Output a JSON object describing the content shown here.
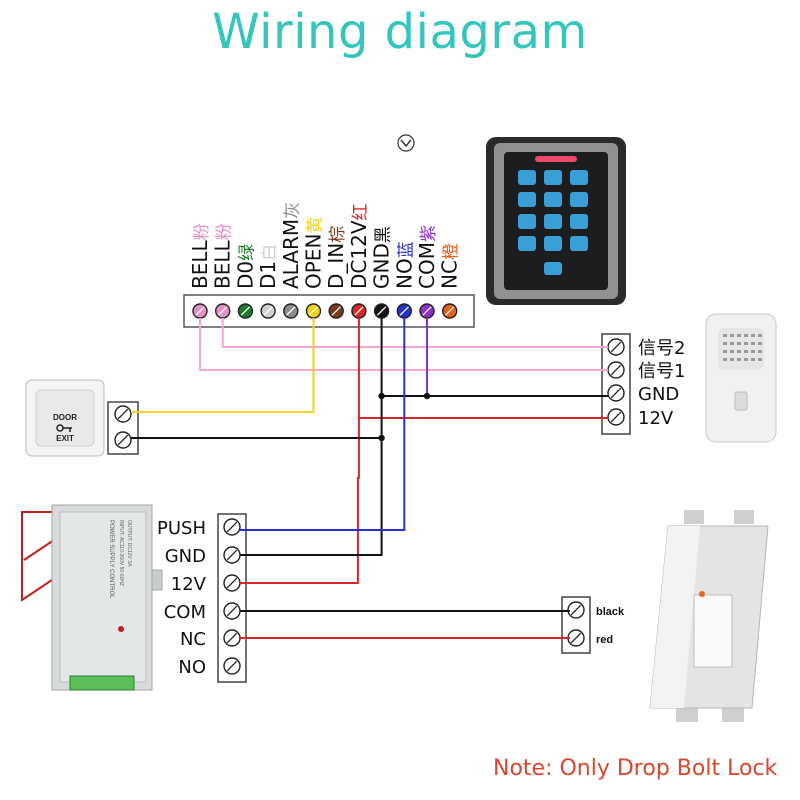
{
  "title": "Wiring diagram",
  "note": "Note: Only Drop Bolt Lock",
  "terminal_labels": [
    {
      "en": "BELL",
      "cn": "粉",
      "color": "#e58fc8"
    },
    {
      "en": "BELL",
      "cn": "粉",
      "color": "#e58fc8"
    },
    {
      "en": "D0",
      "cn": "绿",
      "color": "#1e7a2c"
    },
    {
      "en": "D1",
      "cn": "白",
      "color": "#cfcfcf"
    },
    {
      "en": "ALARM",
      "cn": "灰",
      "color": "#8c8c8c"
    },
    {
      "en": "OPEN",
      "cn": "黄",
      "color": "#f2d21b"
    },
    {
      "en": "D_IN",
      "cn": "棕",
      "color": "#7a3b1c"
    },
    {
      "en": "DC12V",
      "cn": "红",
      "color": "#d8262a"
    },
    {
      "en": "GND",
      "cn": "黑",
      "color": "#111111"
    },
    {
      "en": "NO",
      "cn": "蓝",
      "color": "#2432c8"
    },
    {
      "en": "COM",
      "cn": "紫",
      "color": "#8c2fc8"
    },
    {
      "en": "NC",
      "cn": "橙",
      "color": "#e3621f"
    }
  ],
  "bell": {
    "labels": [
      "信号2",
      "信号1",
      "GND",
      "12V"
    ]
  },
  "power_supply": {
    "labels": [
      "PUSH",
      "GND",
      "12V",
      "COM",
      "NC",
      "NO"
    ],
    "case_text": [
      "POWER SUPPLY CONTROL",
      "INPUT: AC110-260V 50-60HZ",
      "OUTPUT: DC12V 3A"
    ]
  },
  "exit_button": {
    "line1": "DOOR",
    "line2": "EXIT"
  },
  "lock": {
    "labels": [
      "black",
      "red"
    ]
  },
  "wire_colors": {
    "pink": "#f5a6d6",
    "yellow": "#f2d21b",
    "black": "#111111",
    "red": "#d8262a",
    "blue": "#2432c8",
    "purple": "#8c2fc8"
  }
}
